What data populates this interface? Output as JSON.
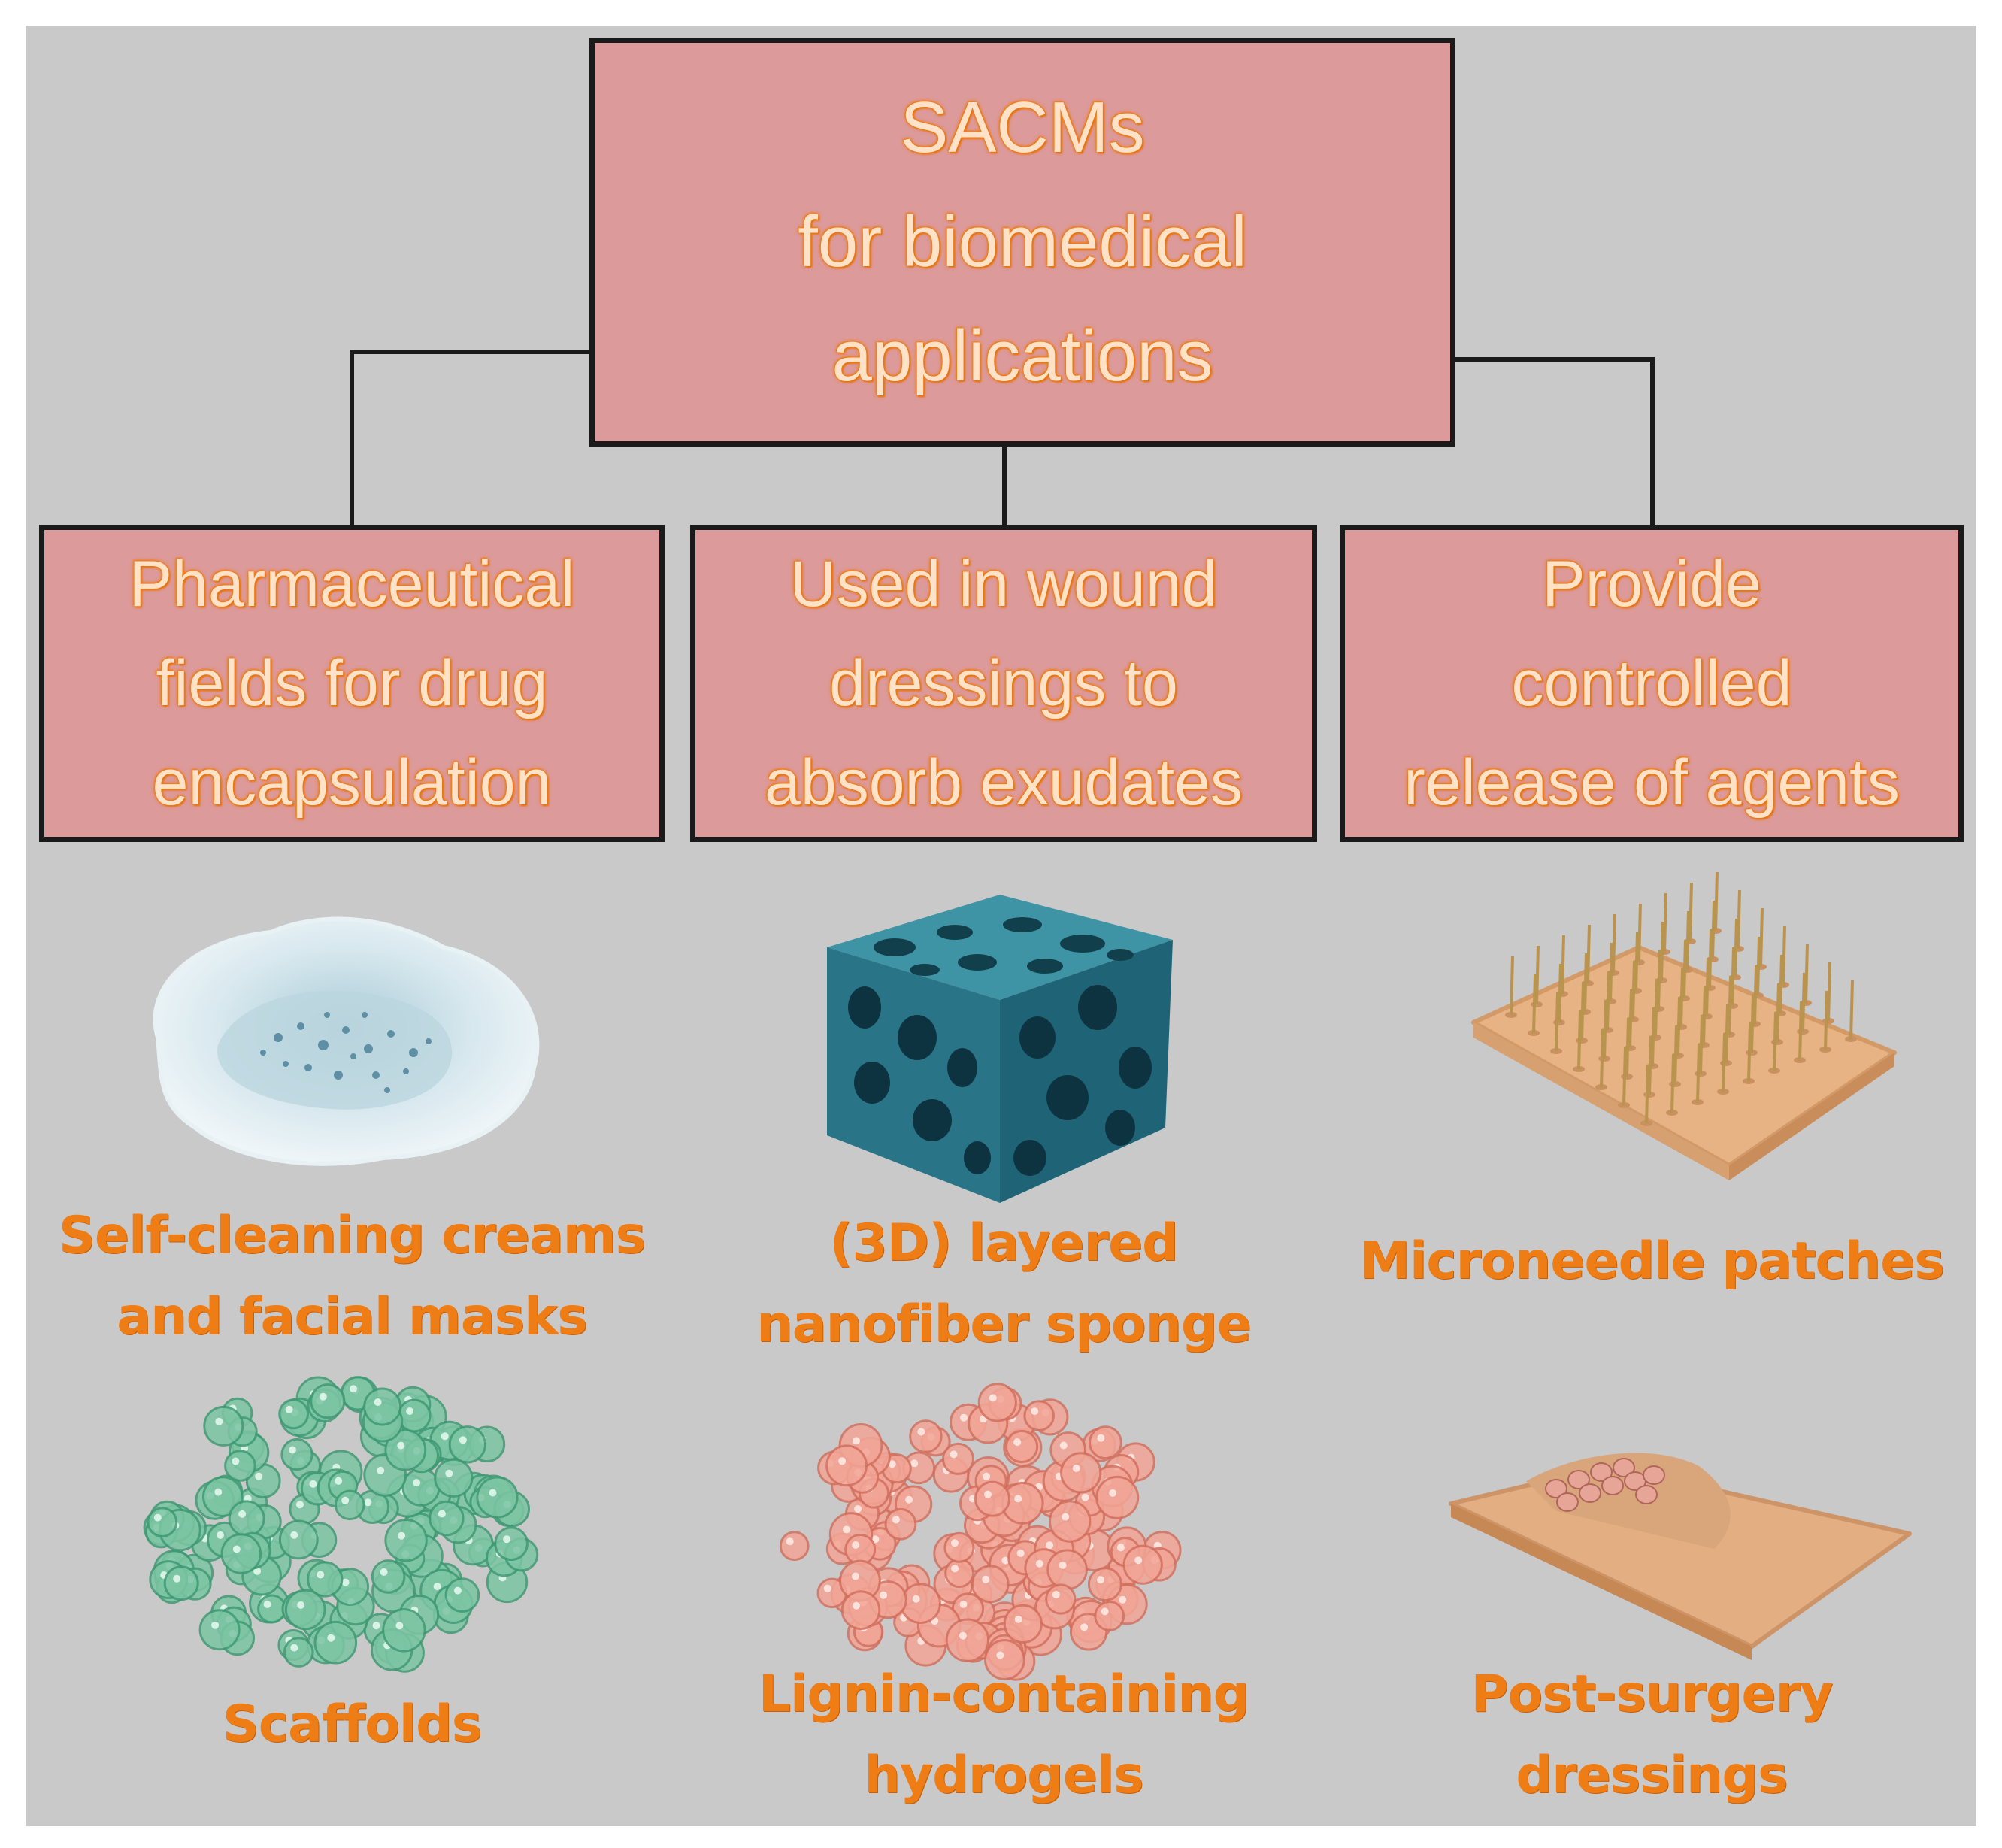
{
  "title": "SACMs\nfor biomedical\napplications",
  "branches": [
    "Pharmaceutical\nfields for drug\nencapsulation",
    "Used in wound\ndressings to\nabsorb exudates",
    "Provide\ncontrolled\nrelease of agents"
  ],
  "examples": [
    "Self-cleaning creams\nand facial masks",
    "(3D) layered\nnanofiber sponge",
    "Microneedle patches",
    "Scaffolds",
    "Lignin-containing\nhydrogels",
    "Post-surgery\ndressings"
  ],
  "colors": {
    "background": "#c9c9c9",
    "box_fill": "#dc9a9a",
    "box_border": "#1a1a1a",
    "caption_text": "#ee7d16",
    "box_text_glow": "#f07a10"
  }
}
